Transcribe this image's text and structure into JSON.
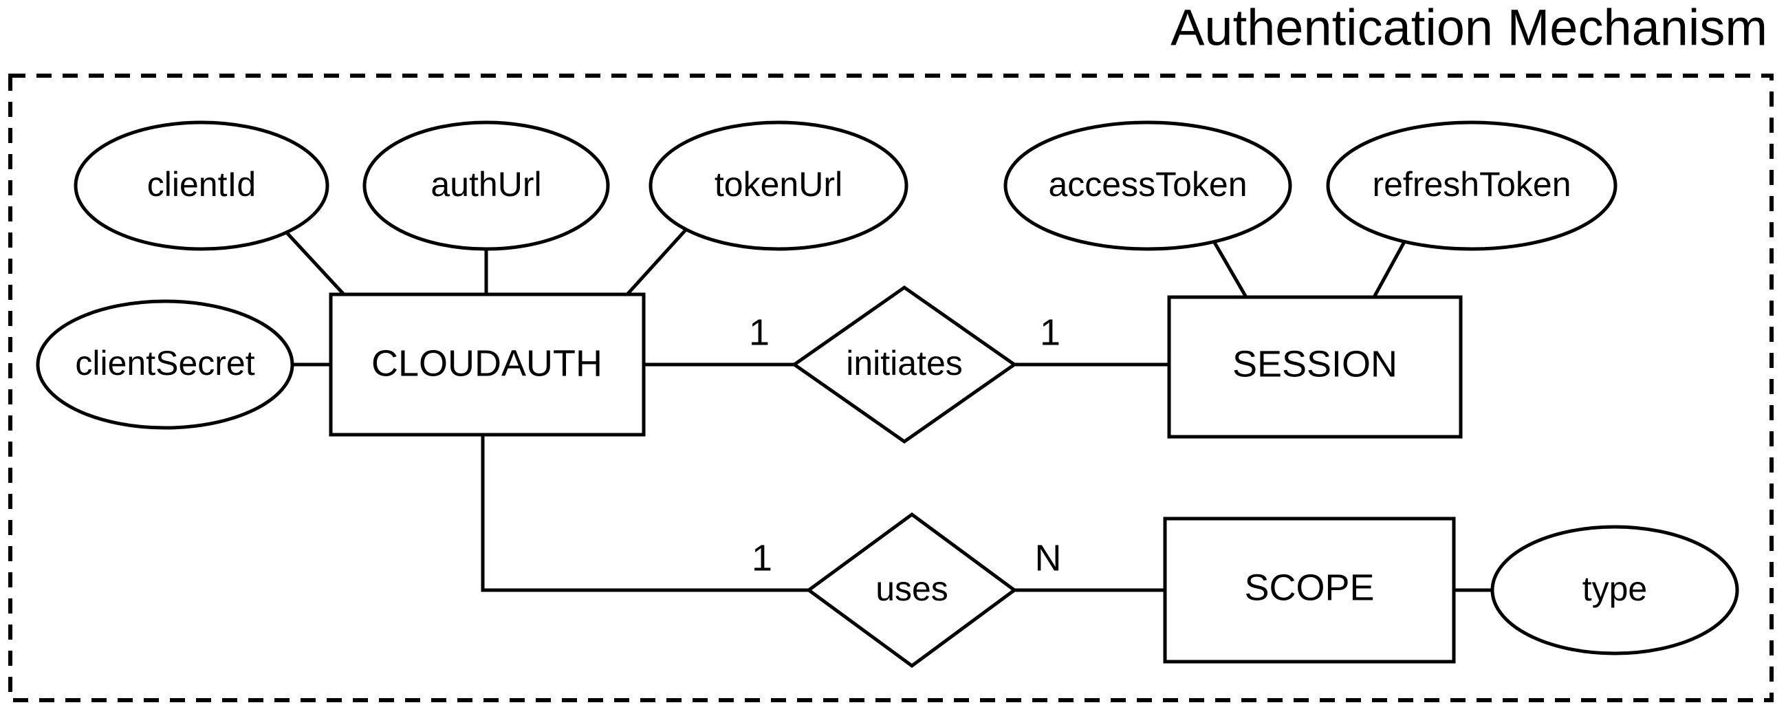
{
  "diagram": {
    "title": "Authentication Mechanism",
    "type": "entity-relationship-diagram",
    "notation": "chen",
    "boundary": {
      "style": "dashed",
      "label": "Authentication Mechanism"
    },
    "colors": {
      "background": "#ffffff",
      "stroke": "#000000",
      "fill": "#ffffff",
      "text": "#000000"
    }
  },
  "entities": [
    {
      "id": "cloudauth",
      "name": "CLOUDAUTH",
      "shape": "rectangle"
    },
    {
      "id": "session",
      "name": "SESSION",
      "shape": "rectangle"
    },
    {
      "id": "scope",
      "name": "SCOPE",
      "shape": "rectangle"
    }
  ],
  "attributes": [
    {
      "id": "clientid",
      "name": "clientId",
      "owner": "CLOUDAUTH",
      "shape": "ellipse"
    },
    {
      "id": "authurl",
      "name": "authUrl",
      "owner": "CLOUDAUTH",
      "shape": "ellipse"
    },
    {
      "id": "tokenurl",
      "name": "tokenUrl",
      "owner": "CLOUDAUTH",
      "shape": "ellipse"
    },
    {
      "id": "clientsecret",
      "name": "clientSecret",
      "owner": "CLOUDAUTH",
      "shape": "ellipse"
    },
    {
      "id": "accesstoken",
      "name": "accessToken",
      "owner": "SESSION",
      "shape": "ellipse"
    },
    {
      "id": "refreshtoken",
      "name": "refreshToken",
      "owner": "SESSION",
      "shape": "ellipse"
    },
    {
      "id": "type",
      "name": "type",
      "owner": "SCOPE",
      "shape": "ellipse"
    }
  ],
  "relationships": [
    {
      "id": "initiates",
      "name": "initiates",
      "shape": "diamond",
      "from": "CLOUDAUTH",
      "to": "SESSION",
      "left_cardinality": "1",
      "right_cardinality": "1"
    },
    {
      "id": "uses",
      "name": "uses",
      "shape": "diamond",
      "from": "CLOUDAUTH",
      "to": "SCOPE",
      "left_cardinality": "1",
      "right_cardinality": "N"
    }
  ]
}
